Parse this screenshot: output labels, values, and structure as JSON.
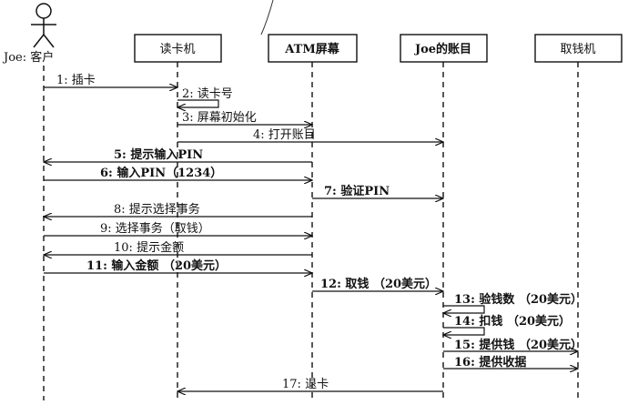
{
  "actor": {
    "name": "Joe: 客户"
  },
  "participants": [
    {
      "id": "card_reader",
      "label": "读卡机"
    },
    {
      "id": "atm_screen",
      "label": "ATM屏幕"
    },
    {
      "id": "account",
      "label": "Joe的账目"
    },
    {
      "id": "dispenser",
      "label": "取钱机"
    }
  ],
  "messages": [
    {
      "n": "1",
      "text": "插卡",
      "from": "actor",
      "to": "card_reader",
      "type": "normal"
    },
    {
      "n": "2",
      "text": "读卡号",
      "from": "card_reader",
      "to": "card_reader",
      "type": "self"
    },
    {
      "n": "3",
      "text": "屏幕初始化",
      "from": "card_reader",
      "to": "atm_screen",
      "type": "normal"
    },
    {
      "n": "4",
      "text": "打开账目",
      "from": "card_reader",
      "to": "account",
      "type": "normal"
    },
    {
      "n": "5",
      "text": "提示输入PIN",
      "from": "atm_screen",
      "to": "actor",
      "type": "normal"
    },
    {
      "n": "6",
      "text": "输入PIN（1234）",
      "from": "actor",
      "to": "atm_screen",
      "type": "normal"
    },
    {
      "n": "7",
      "text": "验证PIN",
      "from": "atm_screen",
      "to": "account",
      "type": "normal"
    },
    {
      "n": "8",
      "text": "提示选择事务",
      "from": "atm_screen",
      "to": "actor",
      "type": "normal"
    },
    {
      "n": "9",
      "text": "选择事务（取钱）",
      "from": "actor",
      "to": "atm_screen",
      "type": "normal"
    },
    {
      "n": "10",
      "text": "提示金额",
      "from": "atm_screen",
      "to": "actor",
      "type": "normal"
    },
    {
      "n": "11",
      "text": "输入金额 （20美元）",
      "from": "actor",
      "to": "atm_screen",
      "type": "normal"
    },
    {
      "n": "12",
      "text": "取钱 （20美元）",
      "from": "atm_screen",
      "to": "account",
      "type": "normal"
    },
    {
      "n": "13",
      "text": "验钱数 （20美元）",
      "from": "account",
      "to": "account",
      "type": "self"
    },
    {
      "n": "14",
      "text": "扣钱 （20美元）",
      "from": "account",
      "to": "account",
      "type": "self"
    },
    {
      "n": "15",
      "text": "提供钱 （20美元）",
      "from": "account",
      "to": "dispenser",
      "type": "normal"
    },
    {
      "n": "16",
      "text": "提供收据",
      "from": "account",
      "to": "dispenser",
      "type": "normal"
    },
    {
      "n": "17",
      "text": "退卡",
      "from": "account",
      "to": "card_reader",
      "type": "normal"
    }
  ]
}
